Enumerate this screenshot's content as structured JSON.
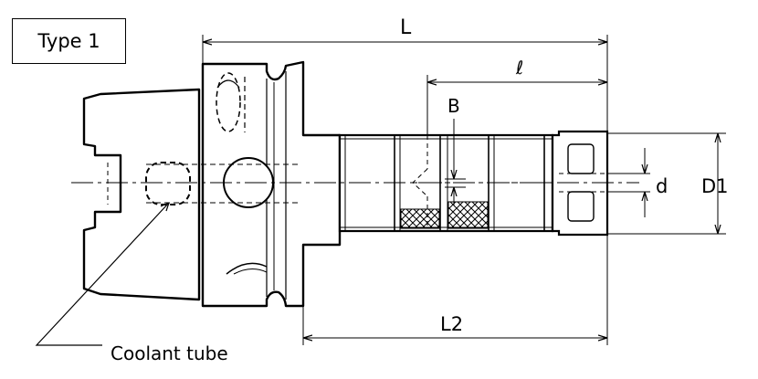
{
  "type_label": "Type 1",
  "dimensions": {
    "L": "L",
    "ell": "ℓ",
    "B": "B",
    "d": "d",
    "D1": "D1",
    "L2": "L2"
  },
  "callout": "Coolant tube",
  "colors": {
    "line": "#000000",
    "fill": "#ffffff"
  }
}
